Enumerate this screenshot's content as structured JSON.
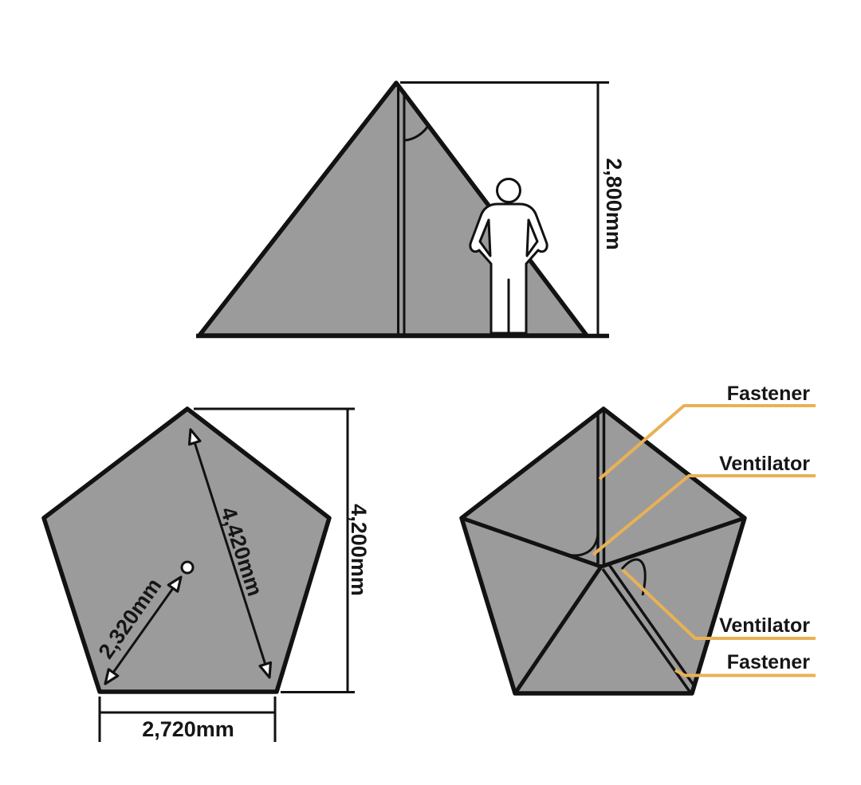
{
  "colors": {
    "panel_gray": "#9b9b9b",
    "outline_black": "#121212",
    "accent_orange": "#E9B155",
    "text_color": "#161616",
    "background": "#ffffff"
  },
  "side_view": {
    "height_dimension": "2,800mm"
  },
  "floor_plan": {
    "diagonal_dimension": "4,420mm",
    "center_to_corner_dimension": "2,320mm",
    "overall_depth_dimension": "4,200mm",
    "front_edge_dimension": "2,720mm"
  },
  "top_view": {
    "labels": [
      "Fastener",
      "Ventilator",
      "Ventilator",
      "Fastener"
    ]
  }
}
